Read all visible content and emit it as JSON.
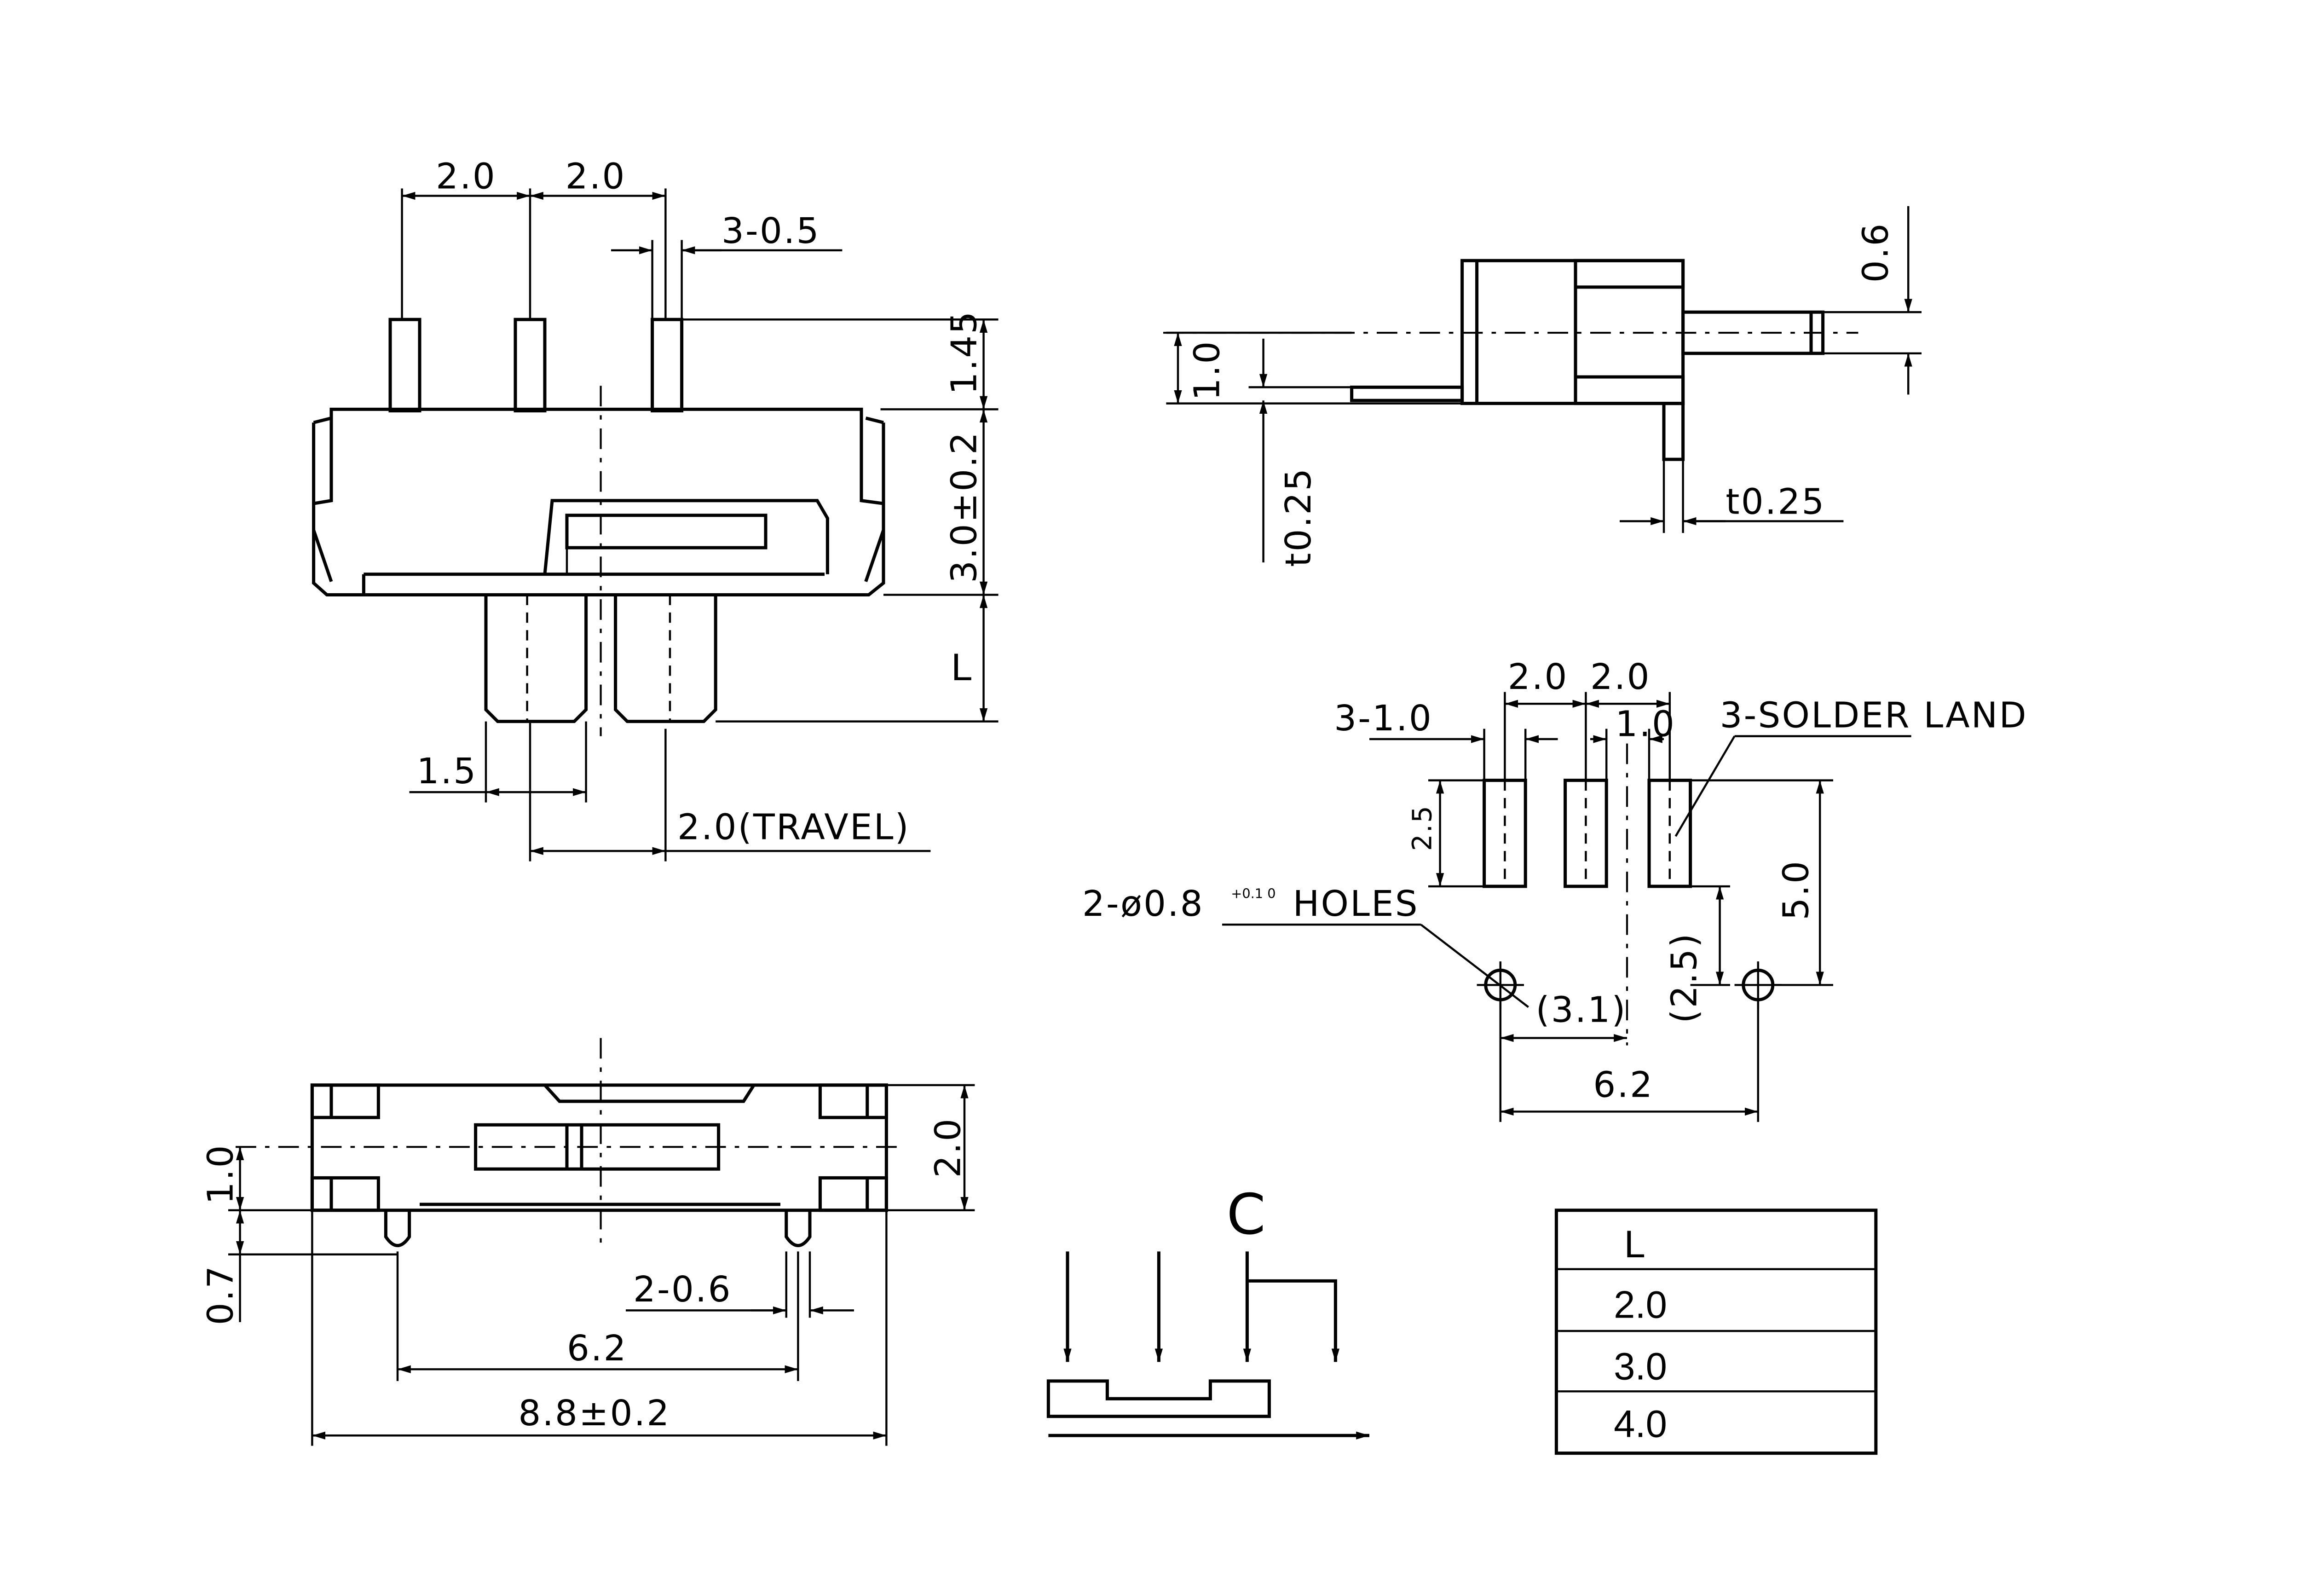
{
  "front_view": {
    "pitch_left": "2.0",
    "pitch_right": "2.0",
    "pin_width": "3-0.5",
    "pin_height": "1.45",
    "body_height": "3.0±0.2",
    "actuator_length": "L",
    "actuator_width": "1.5",
    "travel": "2.0(TRAVEL)"
  },
  "side_view": {
    "thickness_pin_tip": "0.6",
    "pin_offset": "1.0",
    "terminal_thickness": "t0.25",
    "bracket_thickness": "t0.25"
  },
  "pcb_layout": {
    "pitch_left": "2.0",
    "pitch_right": "2.0",
    "land_width": "3-1.0",
    "land_gap": "1.0",
    "land_label": "3-SOLDER LAND",
    "land_height": "2.5",
    "holes_label": "2-ø0.8",
    "holes_tolerance": "+0.1 0",
    "holes_word": "HOLES",
    "hole_to_center": "(3.1)",
    "land_to_hole": "(2.5)",
    "land_to_hole_total": "5.0",
    "hole_spacing": "6.2"
  },
  "bottom_view": {
    "width_total": "8.8±0.2",
    "hole_spacing": "6.2",
    "post_width": "2-0.6",
    "height": "2.0",
    "offset_top": "1.0",
    "offset_bottom": "0.7"
  },
  "circuit_label": "C",
  "length_table": {
    "header": "L",
    "rows": [
      "2.0",
      "3.0",
      "4.0"
    ]
  }
}
